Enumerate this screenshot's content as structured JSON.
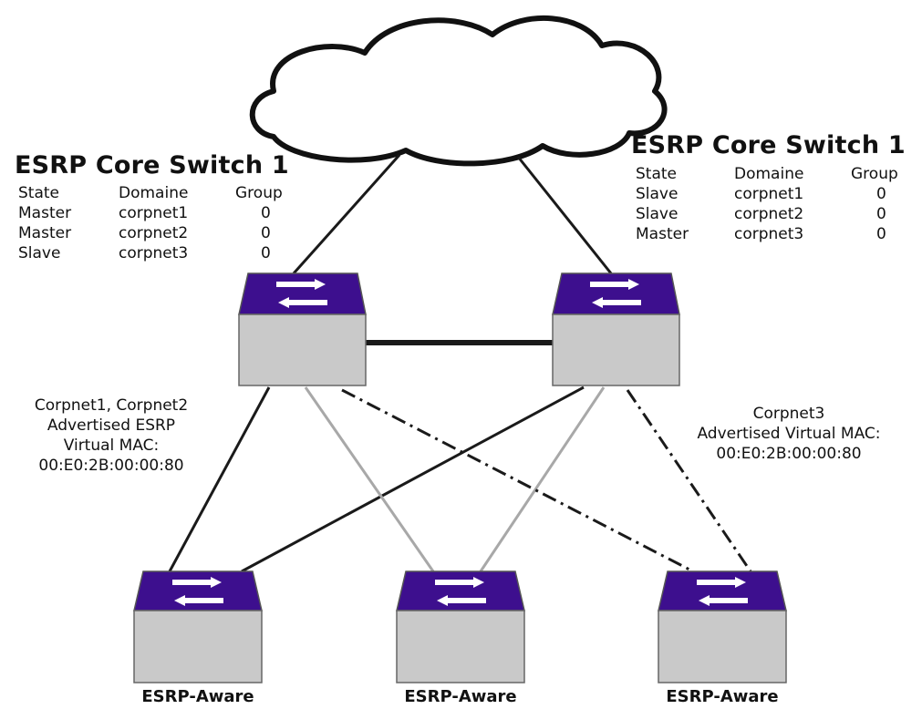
{
  "core_switches": [
    {
      "title": "ESRP Core Switch 1",
      "columns": [
        "State",
        "Domaine",
        "Group"
      ],
      "rows": [
        [
          "Master",
          "corpnet1",
          "0"
        ],
        [
          "Master",
          "corpnet2",
          "0"
        ],
        [
          "Slave",
          "corpnet3",
          "0"
        ]
      ]
    },
    {
      "title": "ESRP Core Switch 1",
      "columns": [
        "State",
        "Domaine",
        "Group"
      ],
      "rows": [
        [
          "Slave",
          "corpnet1",
          "0"
        ],
        [
          "Slave",
          "corpnet2",
          "0"
        ],
        [
          "Master",
          "corpnet3",
          "0"
        ]
      ]
    }
  ],
  "annotations": {
    "left": [
      "Corpnet1, Corpnet2",
      "Advertised ESRP",
      "Virtual MAC:",
      "00:E0:2B:00:00:80"
    ],
    "right": [
      "Corpnet3",
      "Advertised Virtual MAC:",
      "00:E0:2B:00:00:80"
    ]
  },
  "access_switches": [
    {
      "label": "ESRP-Aware"
    },
    {
      "label": "ESRP-Aware"
    },
    {
      "label": "ESRP-Aware"
    }
  ],
  "colors": {
    "switch_top": "#3d0f8e",
    "switch_body": "#c9c9c9",
    "link_primary": "#1a1a1a",
    "link_secondary": "#a8a8a8"
  }
}
